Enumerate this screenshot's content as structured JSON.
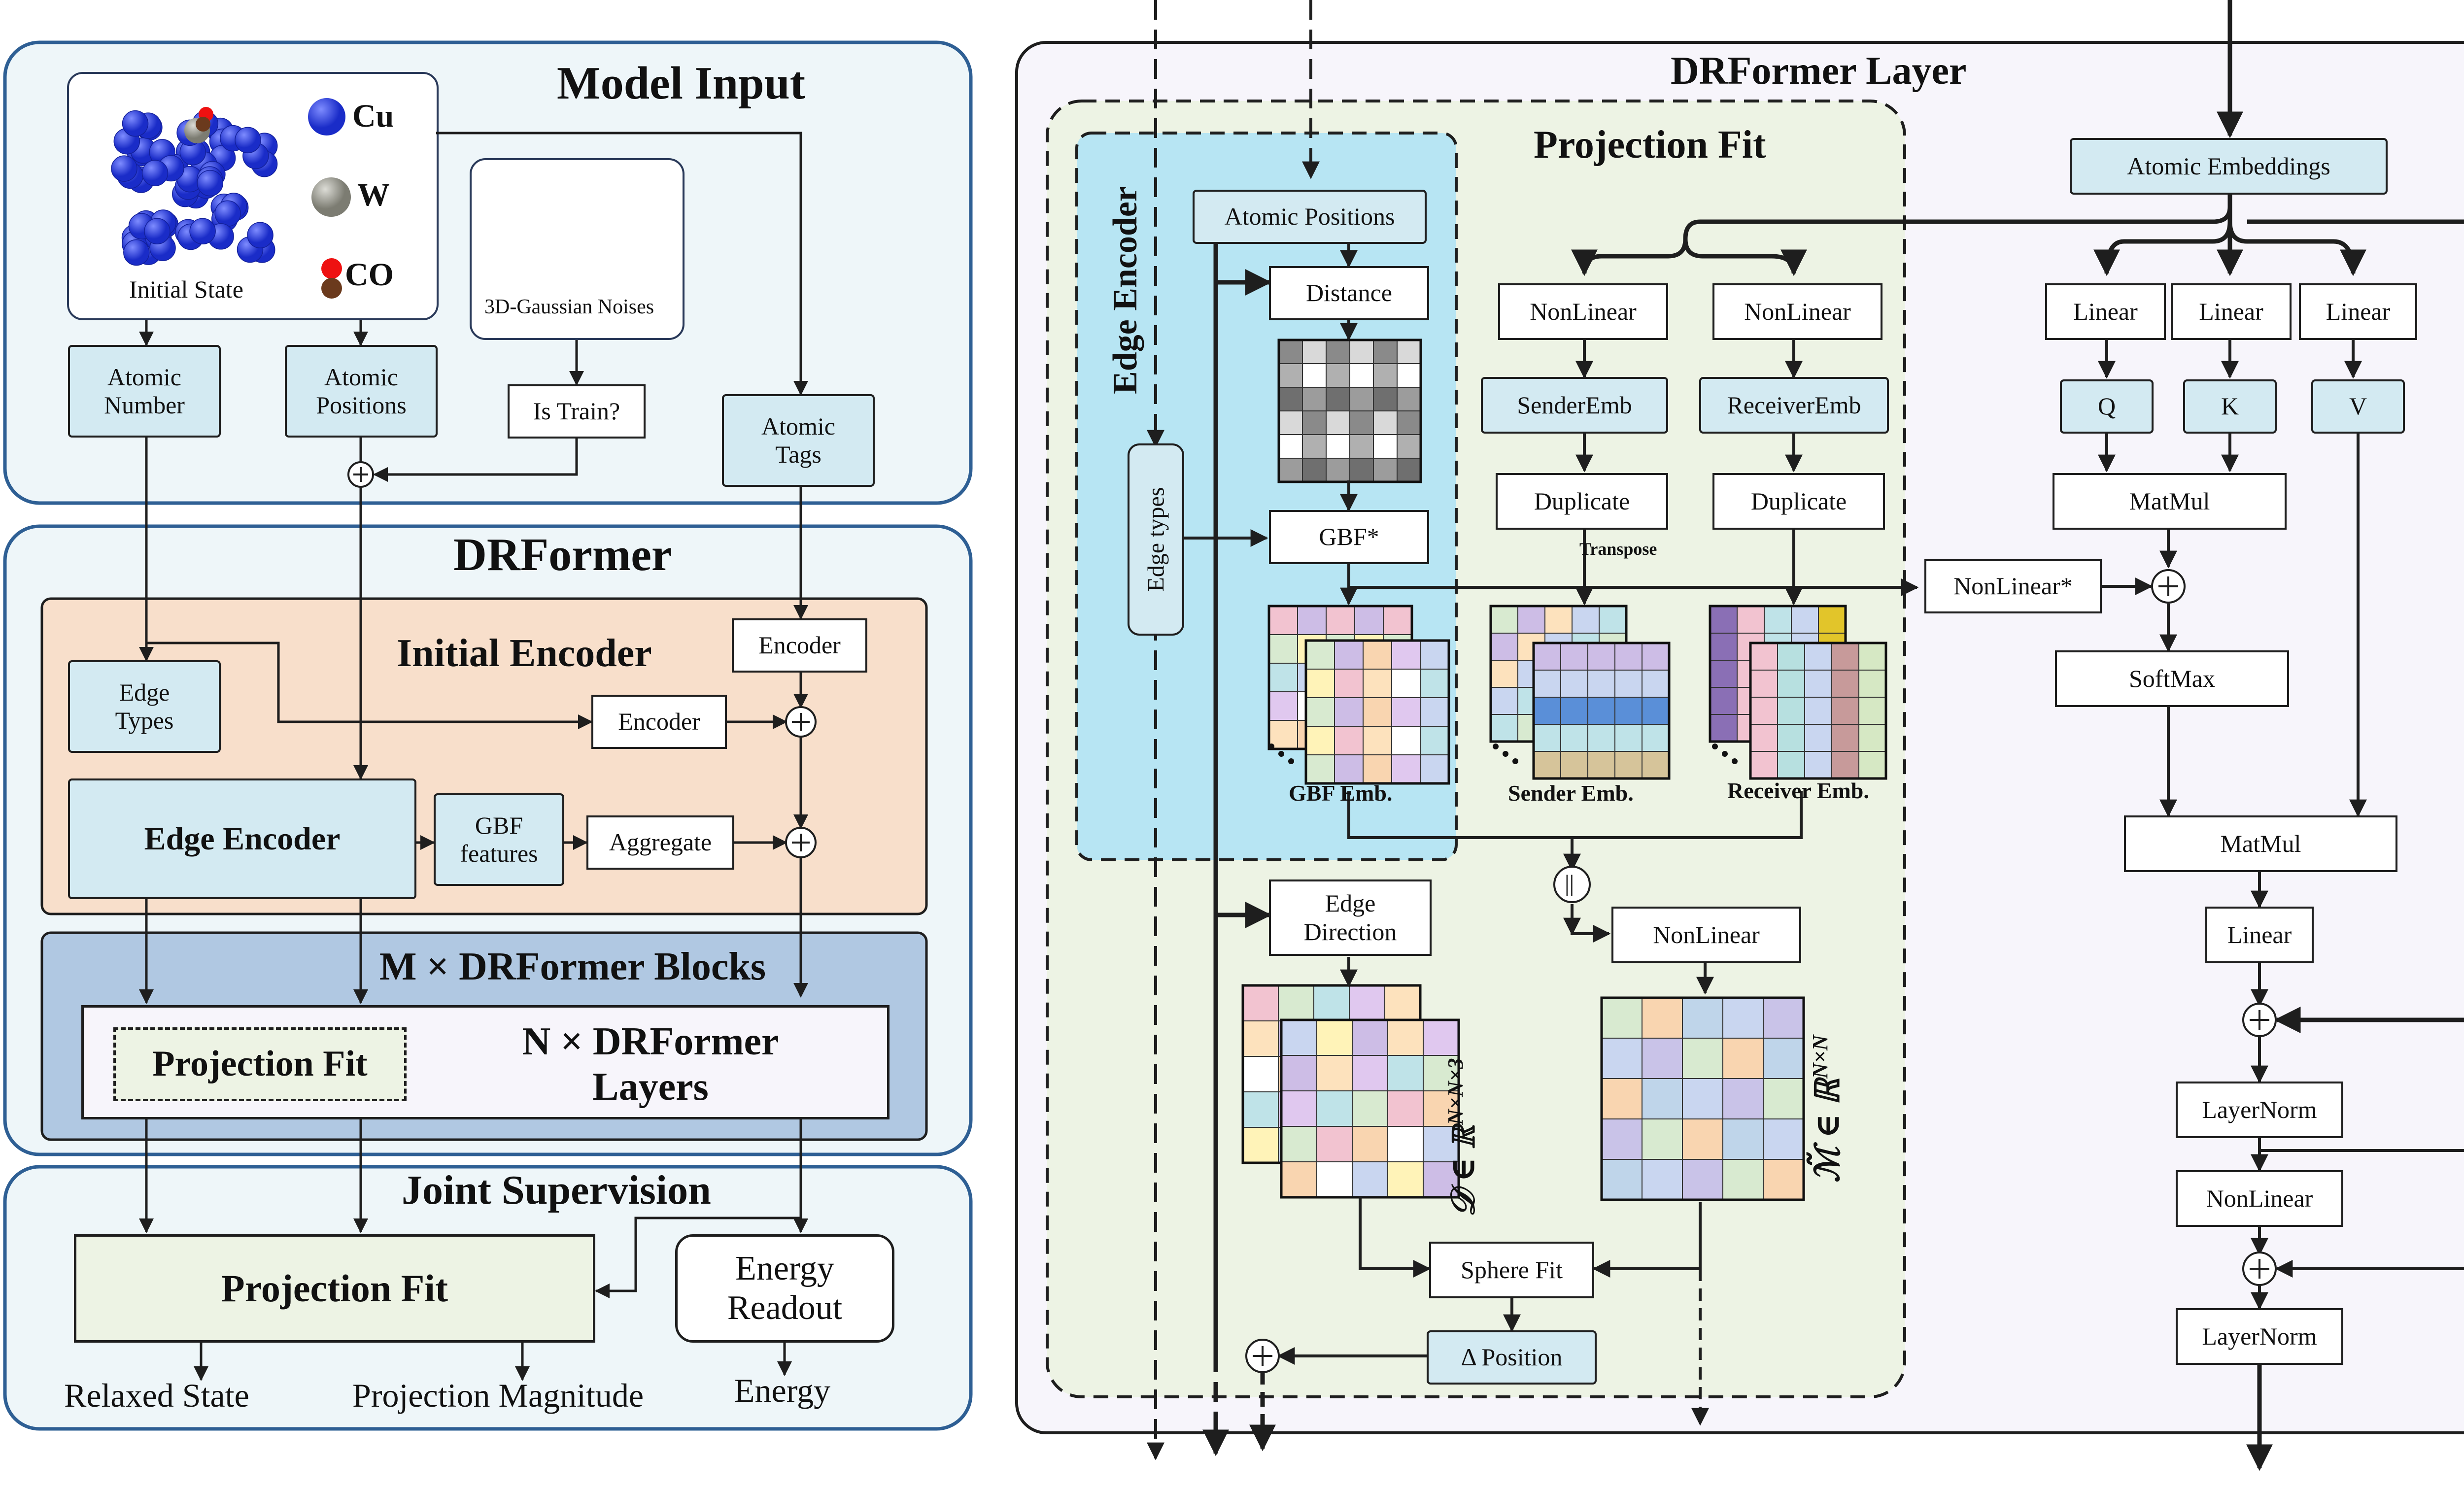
{
  "model_input": {
    "title": "Model Input",
    "initial_state": "Initial State",
    "legend": {
      "cu": "Cu",
      "w": "W",
      "co": "CO"
    },
    "noise": "3D-Gaussian Noises",
    "atomic_number": "Atomic Number",
    "atomic_positions": "Atomic Positions",
    "is_train": "Is Train?",
    "atomic_tags": "Atomic Tags"
  },
  "drformer": {
    "title": "DRFormer",
    "initial_encoder": "Initial Encoder",
    "encoder_top": "Encoder",
    "edge_types": "Edge Types",
    "encoder_mid": "Encoder",
    "edge_encoder": "Edge Encoder",
    "gbf_features": "GBF features",
    "aggregate": "Aggregate",
    "blocks": "M × DRFormer Blocks",
    "projection_fit": "Projection Fit",
    "layers": "N × DRFormer Layers"
  },
  "joint": {
    "title": "Joint Supervision",
    "projection_fit": "Projection Fit",
    "energy_readout": "Energy Readout",
    "relaxed_state": "Relaxed State",
    "projection_magnitude": "Projection Magnitude",
    "energy": "Energy"
  },
  "layer": {
    "title": "DRFormer Layer",
    "projection_fit_title": "Projection Fit",
    "edge_encoder_title": "Edge Encoder",
    "edge_types": "Edge types",
    "atomic_positions": "Atomic Positions",
    "distance": "Distance",
    "gbf_star": "GBF*",
    "gbf_emb": "GBF Emb.",
    "nonlinear_1": "NonLinear",
    "nonlinear_2": "NonLinear",
    "sender_emb": "SenderEmb",
    "receiver_emb": "ReceiverEmb",
    "duplicate_1": "Duplicate",
    "duplicate_2": "Duplicate",
    "transpose": "Transpose",
    "sender_emb_label": "Sender Emb.",
    "receiver_emb_label": "Receiver Emb.",
    "concat": "||",
    "edge_direction": "Edge Direction",
    "nonlinear_3": "NonLinear",
    "d_label": "𝒟 ∈ ℝ^{N×N×3}",
    "m_label": "ℳ̃ ∈ ℝ^{N×N}",
    "sphere_fit": "Sphere Fit",
    "delta_position": "Δ Position",
    "atomic_embeddings": "Atomic Embeddings",
    "linear_q": "Linear",
    "linear_k": "Linear",
    "linear_v": "Linear",
    "q": "Q",
    "k": "K",
    "v": "V",
    "matmul_1": "MatMul",
    "nonlinear_star": "NonLinear*",
    "softmax": "SoftMax",
    "matmul_2": "MatMul",
    "linear_out": "Linear",
    "layernorm_1": "LayerNorm",
    "nonlinear_ffn": "NonLinear",
    "layernorm_2": "LayerNorm"
  },
  "colors": {
    "panel_blue": "#eef6f9",
    "panel_border": "#2e5f94",
    "encoder_orange": "#f8dfcb",
    "blocks_blue": "#b0c8e2",
    "fit_green": "#edf3e4",
    "edge_encoder_cyan": "#b7e5f3",
    "box_blue": "#d3eaf2",
    "cu_blue": "#2a3fd6"
  },
  "icons": [
    "atom-cluster-icon",
    "gaussian-noise-icon",
    "plus-icon",
    "concat-icon",
    "heatmap-grid-icon"
  ]
}
